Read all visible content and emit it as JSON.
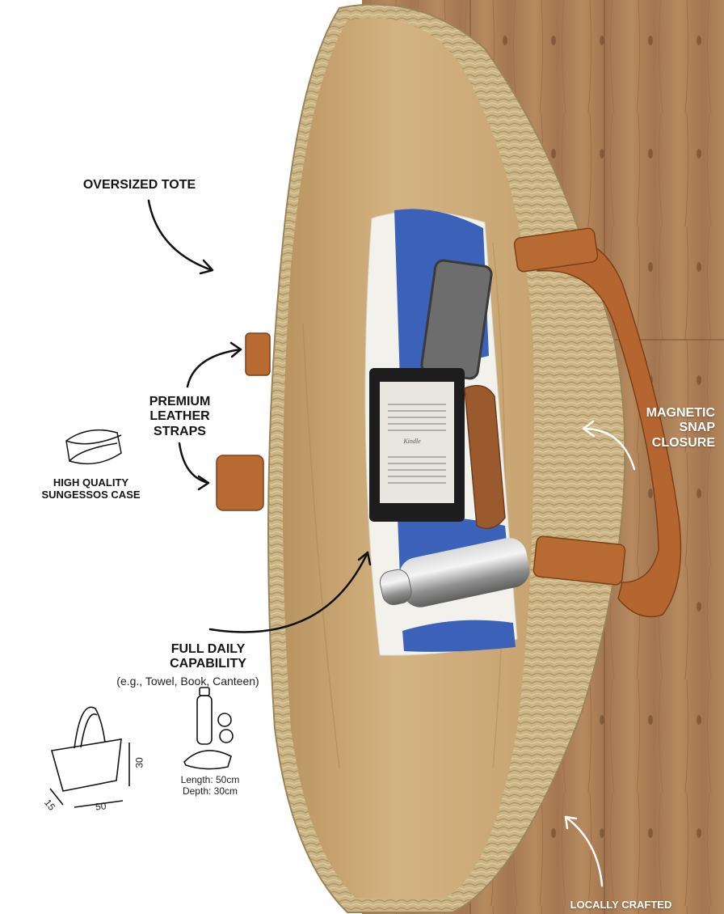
{
  "labels": {
    "oversized_tote": "OVERSIZED TOTE",
    "premium_straps": [
      "PREMIUM",
      "LEATHER",
      "STRAPS"
    ],
    "sunglasses_case": [
      "HIGH QUALITY",
      "SUNGESSOS CASE"
    ],
    "magnetic_snap": [
      "MAGNETIC",
      "SNAP",
      "CLOSURE"
    ],
    "full_daily": [
      "FULL DAILY",
      "CAPABILITY"
    ],
    "full_daily_sub": "(e.g., Towel, Book, Canteen)",
    "length": "Length: 50cm",
    "depth": "Depth: 30cm",
    "locally_crafted": "LOCALLY CRAFTED"
  },
  "dimensions": {
    "height": "30",
    "width": "50",
    "depth": "15"
  },
  "ereader_logo": "Kindle",
  "colors": {
    "background": "#ffffff",
    "wood": "#a67c52",
    "straw": "#c9b282",
    "lining": "#c9a66d",
    "leather": "#b5652f",
    "towel_blue": "#3b62b8",
    "text": "#151515"
  }
}
